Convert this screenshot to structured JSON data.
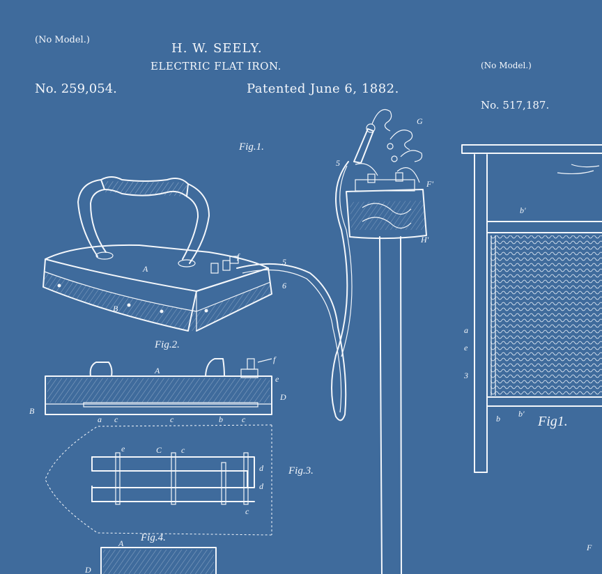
{
  "left_patent": {
    "no_model": "(No Model.)",
    "inventor": "H. W. SEELY.",
    "title": "ELECTRIC FLAT IRON.",
    "number": "No. 259,054.",
    "date": "Patented June 6, 1882."
  },
  "right_patent": {
    "no_model": "(No Model.)",
    "number": "No. 517,187."
  },
  "figure_labels": {
    "fig1": "Fig.1.",
    "fig2": "Fig.2.",
    "fig3": "Fig.3.",
    "fig4": "Fig.4.",
    "right_fig1": "Fig1."
  },
  "colors": {
    "background": "#3f6b9c",
    "line": "#f4f7fb"
  }
}
